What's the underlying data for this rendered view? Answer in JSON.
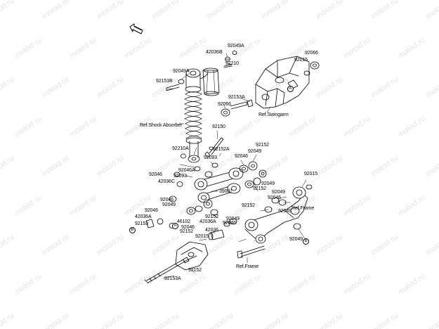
{
  "watermark": "motod.ru",
  "labels": [
    {
      "id": "l1",
      "text": "92049A"
    },
    {
      "id": "l2",
      "text": "42036B"
    },
    {
      "id": "l3",
      "text": "92210"
    },
    {
      "id": "l4",
      "text": "92049A"
    },
    {
      "id": "l5",
      "text": "92153B"
    },
    {
      "id": "l6",
      "text": "92066"
    },
    {
      "id": "l7",
      "text": "92015"
    },
    {
      "id": "l8",
      "text": "92153A"
    },
    {
      "id": "l9",
      "text": "92066"
    },
    {
      "id": "l10",
      "text": "Ref.Swingarm"
    },
    {
      "id": "l11",
      "text": "Ref.Shock Absorber"
    },
    {
      "id": "l12",
      "text": "92150"
    },
    {
      "id": "l13",
      "text": "92210A"
    },
    {
      "id": "l14",
      "text": "92152A"
    },
    {
      "id": "l15",
      "text": "92152"
    },
    {
      "id": "l16",
      "text": "92046"
    },
    {
      "id": "l17",
      "text": "92049"
    },
    {
      "id": "l18",
      "text": "92093"
    },
    {
      "id": "l19",
      "text": "92046A"
    },
    {
      "id": "l20",
      "text": "92093"
    },
    {
      "id": "l21",
      "text": "92015"
    },
    {
      "id": "l22",
      "text": "92046"
    },
    {
      "id": "l23",
      "text": "42036C"
    },
    {
      "id": "l24",
      "text": "92049"
    },
    {
      "id": "l25",
      "text": "92152"
    },
    {
      "id": "l26",
      "text": "39007"
    },
    {
      "id": "l27",
      "text": "92049"
    },
    {
      "id": "l28",
      "text": "92046"
    },
    {
      "id": "l29",
      "text": "92049"
    },
    {
      "id": "l30",
      "text": "92046"
    },
    {
      "id": "l31",
      "text": "Ref.Frame"
    },
    {
      "id": "l32",
      "text": "92046"
    },
    {
      "id": "l33",
      "text": "92049"
    },
    {
      "id": "l34",
      "text": "42036A"
    },
    {
      "id": "l35",
      "text": "92152"
    },
    {
      "id": "l36",
      "text": "46102"
    },
    {
      "id": "l37",
      "text": "92152"
    },
    {
      "id": "l38",
      "text": "92046"
    },
    {
      "id": "l39",
      "text": "42036A"
    },
    {
      "id": "l40",
      "text": "92049"
    },
    {
      "id": "l41",
      "text": "92152"
    },
    {
      "id": "l42",
      "text": "92046"
    },
    {
      "id": "l43",
      "text": "42036"
    },
    {
      "id": "l44",
      "text": "92049"
    },
    {
      "id": "l45",
      "text": "92015"
    },
    {
      "id": "l46",
      "text": "92152"
    },
    {
      "id": "l47",
      "text": "Ref.Frame"
    },
    {
      "id": "l48",
      "text": "92153A"
    },
    {
      "id": "l49",
      "text": "92153"
    },
    {
      "id": "l50",
      "text": "92152"
    }
  ],
  "markers": [
    {
      "id": "mA1",
      "text": "A"
    },
    {
      "id": "mA2",
      "text": "A"
    },
    {
      "id": "mB1",
      "text": "B"
    },
    {
      "id": "mB2",
      "text": "B"
    }
  ]
}
